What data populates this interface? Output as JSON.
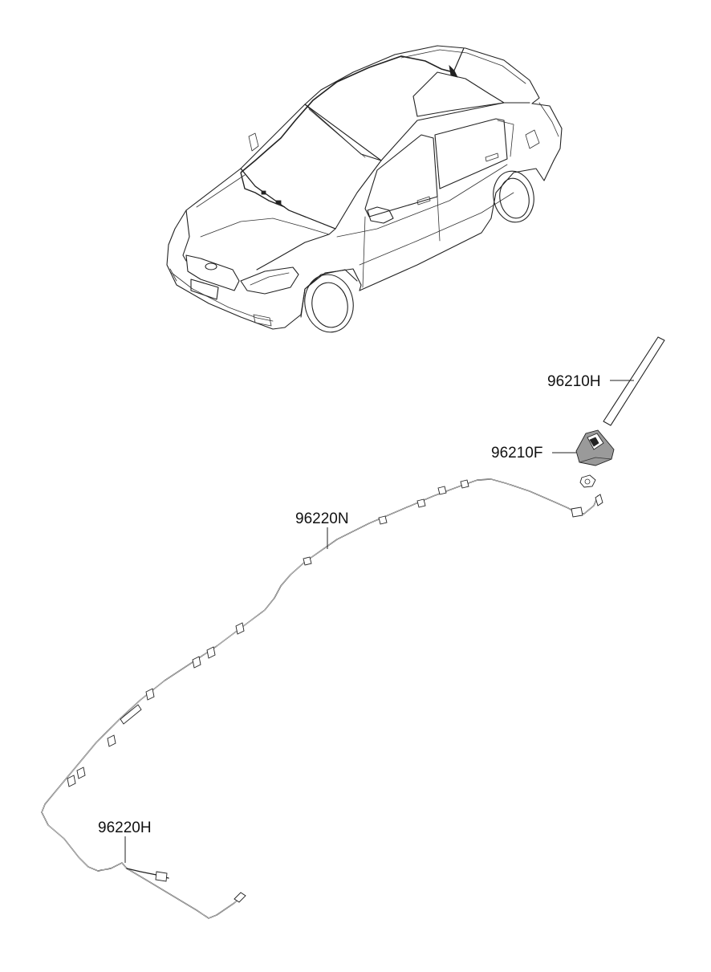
{
  "diagram": {
    "parts": [
      {
        "id": "antenna-rod",
        "number": "96210H"
      },
      {
        "id": "antenna-base",
        "number": "96210F"
      },
      {
        "id": "main-feeder-cable",
        "number": "96220N"
      },
      {
        "id": "extension-feeder-cable",
        "number": "96220H"
      }
    ]
  }
}
